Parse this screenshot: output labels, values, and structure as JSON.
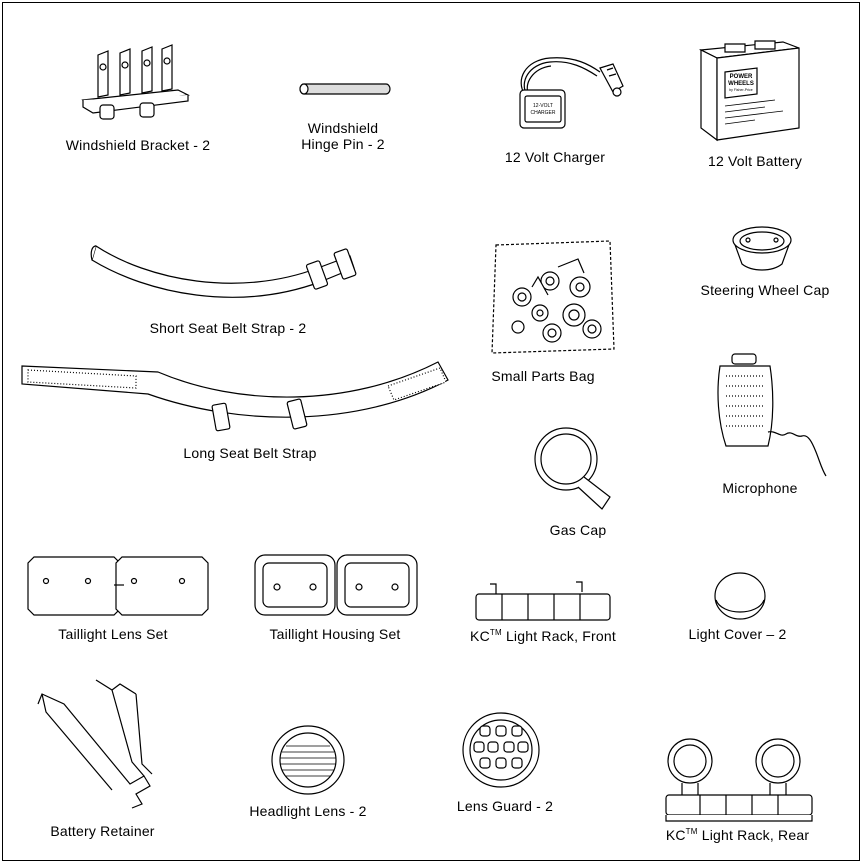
{
  "parts": {
    "windshield_bracket": "Windshield Bracket - 2",
    "windshield_hinge_pin_line1": "Windshield",
    "windshield_hinge_pin_line2": "Hinge Pin - 2",
    "charger": "12 Volt Charger",
    "battery": "12 Volt Battery",
    "short_belt": "Short Seat Belt Strap - 2",
    "small_parts_bag": "Small Parts Bag",
    "steering_wheel_cap": "Steering Wheel Cap",
    "long_belt": "Long Seat Belt Strap",
    "microphone": "Microphone",
    "gas_cap": "Gas Cap",
    "taillight_lens_set": "Taillight Lens Set",
    "taillight_housing_set": "Taillight Housing Set",
    "light_rack_front_prefix": "KC",
    "trademark": "TM",
    "light_rack_front_suffix": " Light Rack, Front",
    "light_cover": "Light Cover – 2",
    "battery_retainer": "Battery Retainer",
    "headlight_lens": "Headlight Lens - 2",
    "lens_guard": "Lens Guard - 2",
    "light_rack_rear_prefix": "KC",
    "light_rack_rear_suffix": " Light Rack, Rear"
  },
  "illustration_text": {
    "charger_label_line1": "12-VOLT",
    "charger_label_line2": "CHARGER",
    "battery_logo_line1": "POWER",
    "battery_logo_line2": "WHEELS",
    "battery_logo_line3": "by Fisher-Price"
  }
}
